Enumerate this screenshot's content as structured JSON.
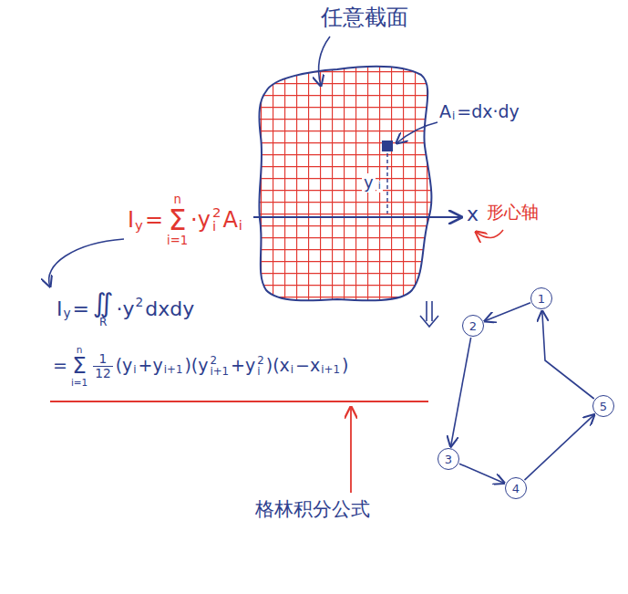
{
  "diagram": {
    "nodes": [
      {
        "text": [
          "1"
        ]
      },
      {
        "text": [
          "2"
        ]
      },
      {
        "text": [
          "3"
        ]
      },
      {
        "text": [
          "4"
        ]
      },
      {
        "text": [
          "5"
        ]
      }
    ],
    "edges": [
      {
        "from": 0,
        "to": 1,
        "arrow": "to"
      },
      {
        "from": 1,
        "to": 2,
        "arrow": "to"
      },
      {
        "from": 2,
        "to": 3,
        "arrow": "to"
      },
      {
        "from": 3,
        "to": 4,
        "arrow": "to"
      },
      {
        "from": 4,
        "to": 0,
        "arrow": "to"
      }
    ],
    "labels": [
      "任意截面",
      "A",
      "i",
      "=dx·dy",
      "y",
      "i",
      "x",
      "形心轴",
      "I",
      "y",
      "=",
      "n",
      "Σ",
      "i=1",
      "·y",
      "i",
      "2",
      "A",
      "i",
      "I",
      "y",
      "=",
      "∬",
      "R",
      "·y",
      "2",
      "dxdy",
      "=",
      "n",
      "Σ",
      "i=1",
      "1",
      "12",
      "(y",
      "i",
      "+y",
      "i+1",
      ")(y",
      "i+1",
      "2",
      "+y",
      "i",
      "2",
      ")(x",
      "i",
      "−x",
      "i+1",
      ")",
      "格林积分公式"
    ]
  }
}
